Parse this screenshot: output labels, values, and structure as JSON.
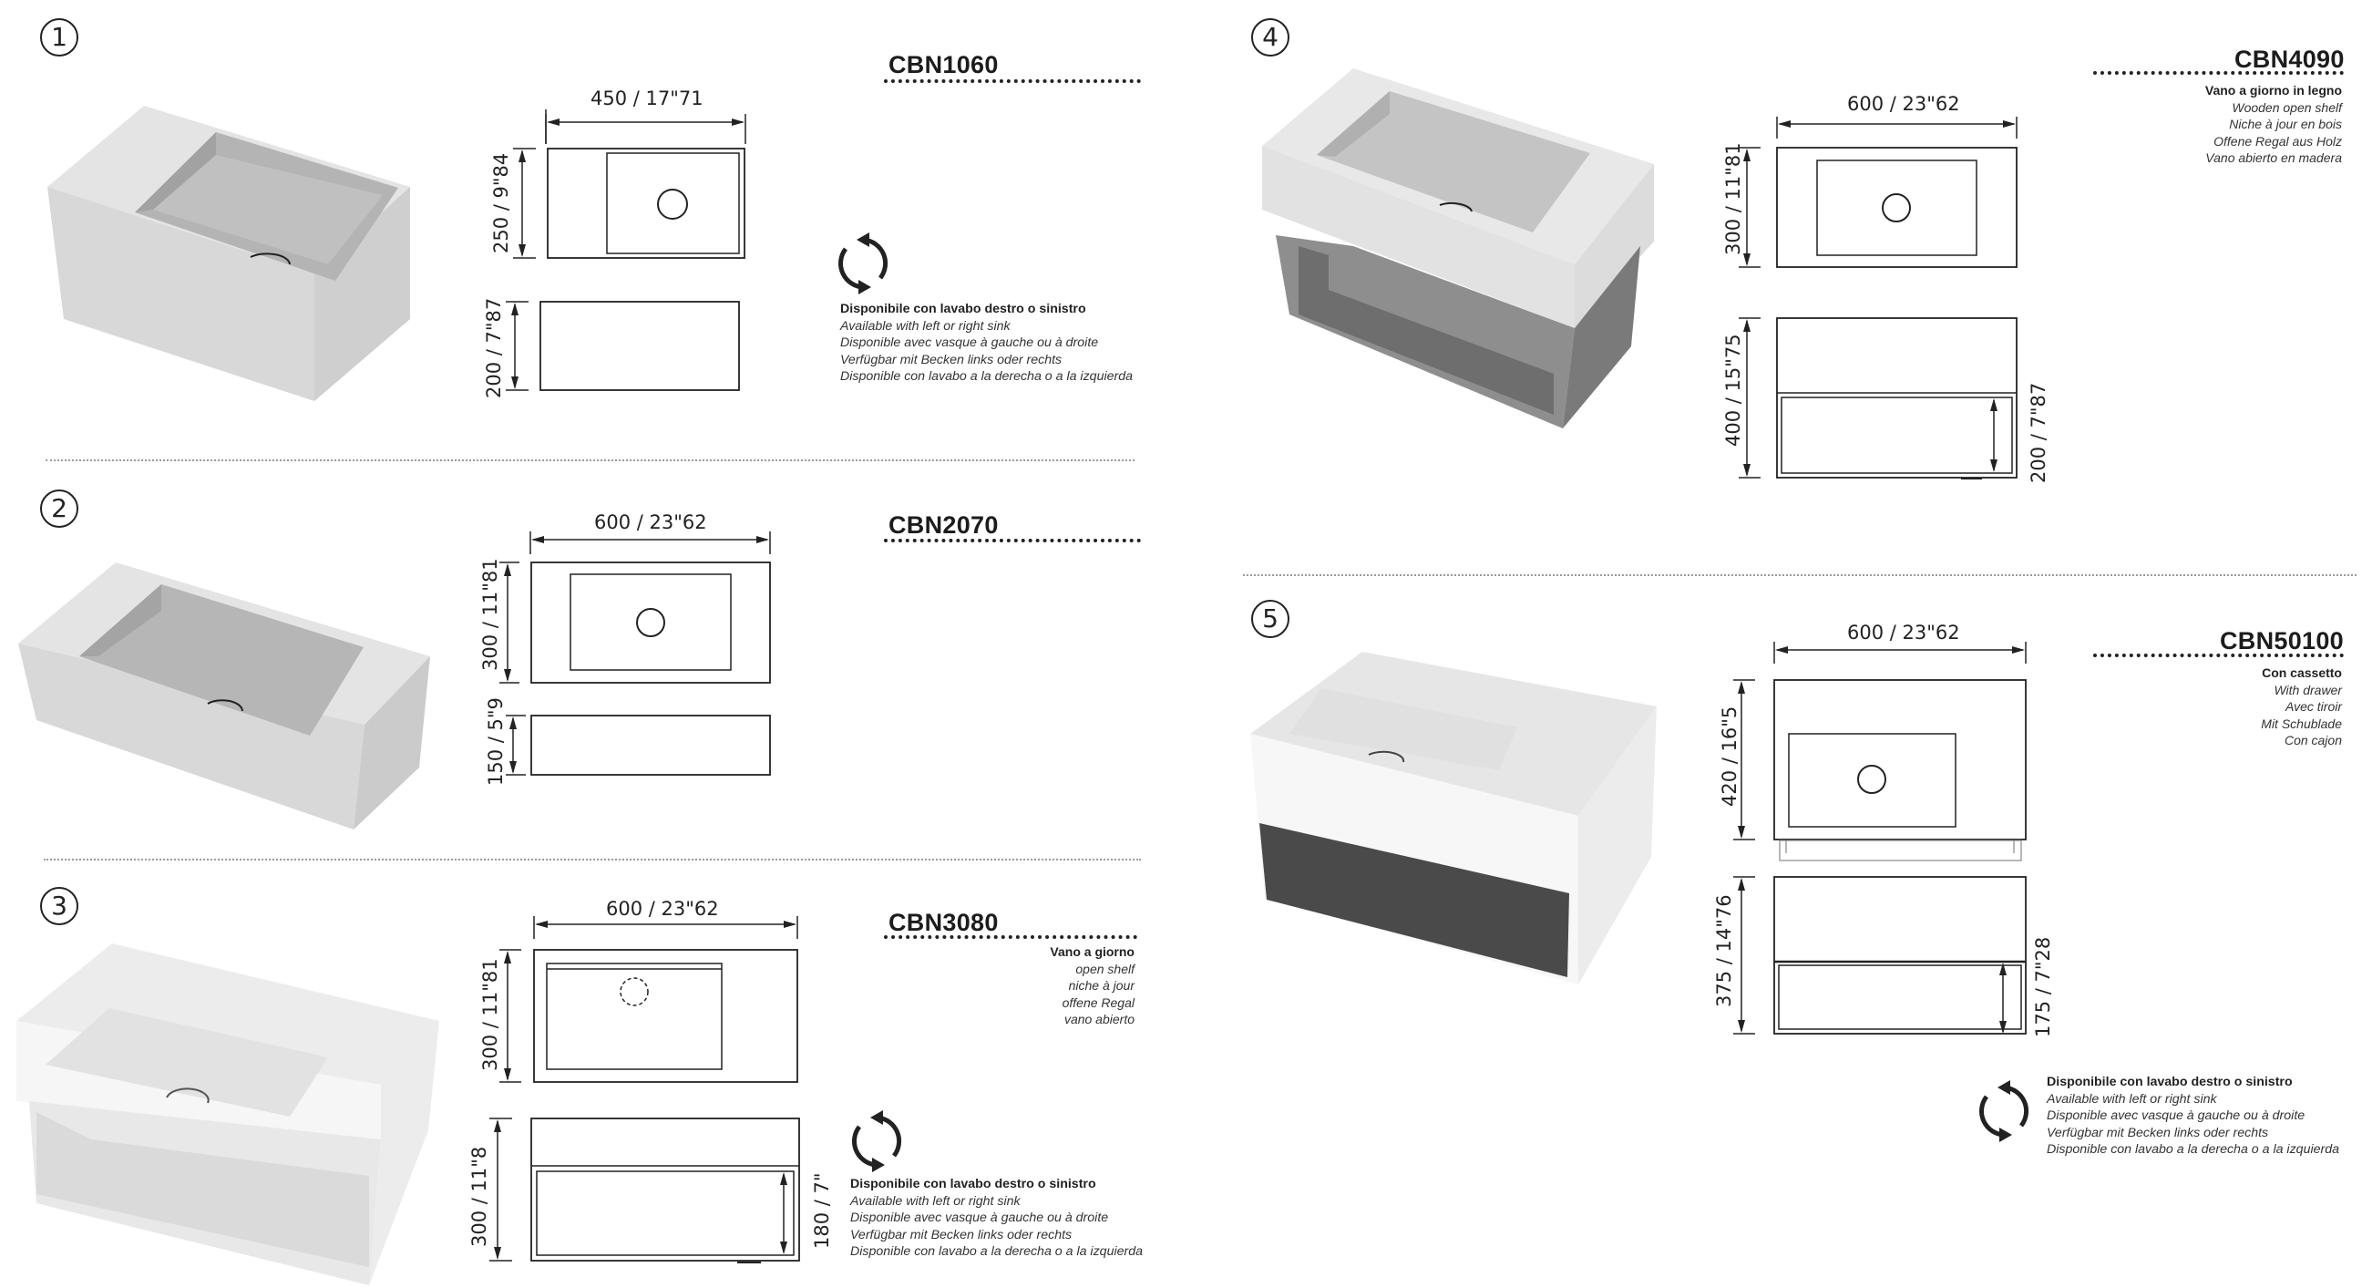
{
  "page": {
    "colors": {
      "ink": "#222222",
      "sink_surface": "#d9d9d9",
      "sink_basin": "#bdbdbd",
      "wood_grey": "#8c8c8c",
      "drawer_dark": "#4a4a4a"
    }
  },
  "reversible_note": {
    "icon": "swap-arrows-icon",
    "lines": [
      "Disponibile con lavabo destro o sinistro",
      "Available with left or right sink",
      "Disponible avec vasque à gauche ou à droite",
      "Verfügbar mit Becken links oder rechts",
      "Disponible con lavabo a la derecha o a la izquierda"
    ]
  },
  "products": [
    {
      "number": "1",
      "code": "CBN1060",
      "width_dim": "450 / 17\"71",
      "depth_dim": "250 / 9\"84",
      "height_dim": "200 / 7\"87",
      "features": []
    },
    {
      "number": "2",
      "code": "CBN2070",
      "width_dim": "600 / 23\"62",
      "depth_dim": "300 / 11\"81",
      "height_dim": "150 / 5\"9",
      "features": []
    },
    {
      "number": "3",
      "code": "CBN3080",
      "width_dim": "600 / 23\"62",
      "depth_dim": "300 / 11\"81",
      "height_dim": "300 / 11\"8",
      "inner_dim": "180 / 7\"",
      "features": [
        "Vano a giorno",
        "open shelf",
        "niche à jour",
        "offene Regal",
        "vano abierto"
      ]
    },
    {
      "number": "4",
      "code": "CBN4090",
      "width_dim": "600 / 23\"62",
      "depth_dim": "300 / 11\"81",
      "height_dim": "400 / 15\"75",
      "inner_dim": "200 / 7\"87",
      "features": [
        "Vano a giorno in legno",
        "Wooden open shelf",
        "Niche à jour en bois",
        "Offene Regal aus Holz",
        "Vano abierto en madera"
      ]
    },
    {
      "number": "5",
      "code": "CBN50100",
      "width_dim": "600 / 23\"62",
      "depth_dim": "420 / 16\"5",
      "height_dim": "375 / 14\"76",
      "inner_dim": "175 / 7\"28",
      "features": [
        "Con cassetto",
        "With drawer",
        "Avec tiroir",
        "Mit Schublade",
        "Con cajon"
      ]
    }
  ]
}
